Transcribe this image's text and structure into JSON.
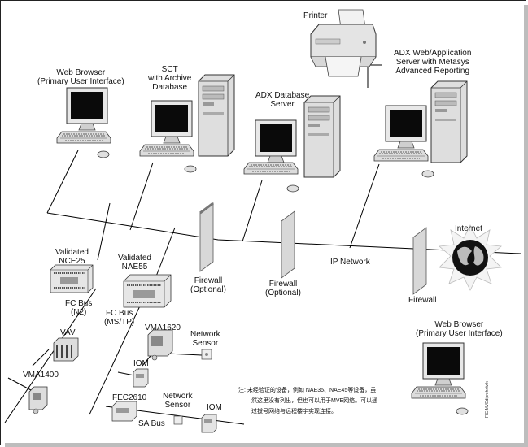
{
  "nodes": {
    "printer": "Printer",
    "web_browser_top": [
      "Web Browser",
      "(Primary User Interface)"
    ],
    "sct": [
      "SCT",
      "with Archive",
      "Database"
    ],
    "adx_db": [
      "ADX Database",
      "Server"
    ],
    "adx_web": [
      "ADX Web/Application",
      "Server with Metasys",
      "Advanced Reporting"
    ],
    "internet": "Internet",
    "nce25": [
      "Validated",
      "NCE25"
    ],
    "nae55": [
      "Validated",
      "NAE55"
    ],
    "firewall_opt_1": [
      "Firewall",
      "(Optional)"
    ],
    "firewall_opt_2": [
      "Firewall",
      "(Optional)"
    ],
    "ip_network": "IP Network",
    "firewall": "Firewall",
    "fc_bus_n2": [
      "FC Bus",
      "(N2)"
    ],
    "fc_bus_mstp": [
      "FC Bus",
      "(MS/TP)"
    ],
    "vav": "VAV",
    "vma1620": "VMA1620",
    "network_sensor_1": [
      "Network",
      "Sensor"
    ],
    "vma1400": "VMA1400",
    "iom_1": "IOM",
    "fec2610": "FEC2610",
    "network_sensor_2": [
      "Network",
      "Sensor"
    ],
    "iom_2": "IOM",
    "sa_bus": "SA Bus",
    "web_browser_bottom": [
      "Web Browser",
      "(Primary User Interface)"
    ]
  },
  "note": {
    "prefix": "注:",
    "line1": "未经验证的设备，例如 NAE35、NAE45等设备，虽",
    "line2": "然这里没有列出，但也可以用于MVE网络。可以通",
    "line3": "过拔号网络与远程楼宇实现连接。"
  },
  "figure_number": "FIG:MVEdiprehntwk"
}
